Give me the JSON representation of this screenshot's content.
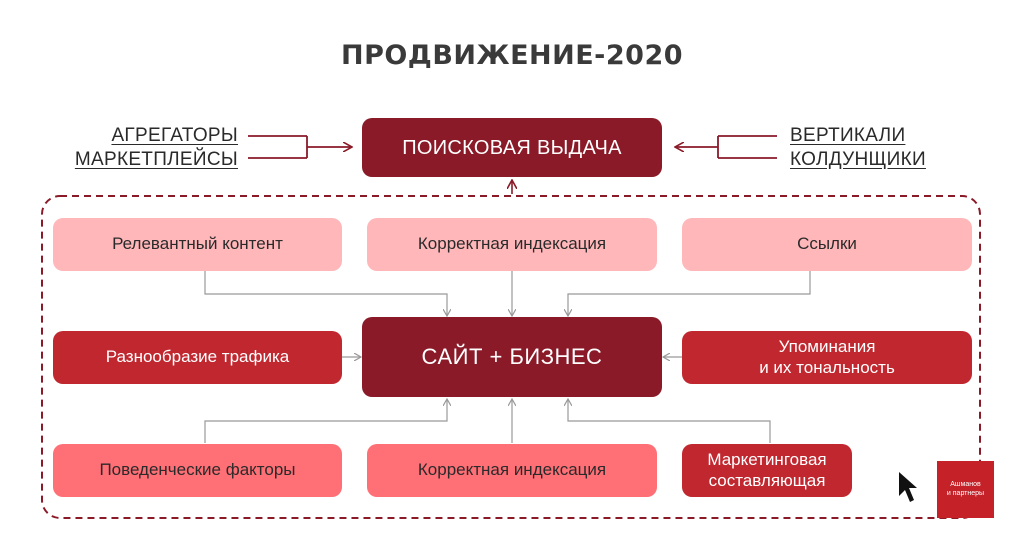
{
  "title": "ПРОДВИЖЕНИЕ-2020",
  "left_labels": [
    "АГРЕГАТОРЫ",
    "МАРКЕТПЛЕЙСЫ"
  ],
  "right_labels": [
    "ВЕРТИКАЛИ",
    "КОЛДУНЩИКИ"
  ],
  "search": "ПОИСКОВАЯ ВЫДАЧА",
  "center": "САЙТ + БИЗНЕС",
  "top_row": [
    "Релевантный контент",
    "Корректная индексация",
    "Ссылки"
  ],
  "middle_left": "Разнообразие трафика",
  "middle_right": [
    "Упоминания",
    "и их тональность"
  ],
  "bottom_row": [
    "Поведенческие факторы",
    "Корректная индексация"
  ],
  "bottom_right": [
    "Маркетинговая",
    "составляющая"
  ],
  "logo": {
    "text": [
      "Ашманов",
      "и партнеры"
    ],
    "colors": {
      "dark": "#8a1a28",
      "red": "#c0272f",
      "pink": "#ffb7ba",
      "salmon": "#ff6f76",
      "logo": "#c42129"
    }
  }
}
